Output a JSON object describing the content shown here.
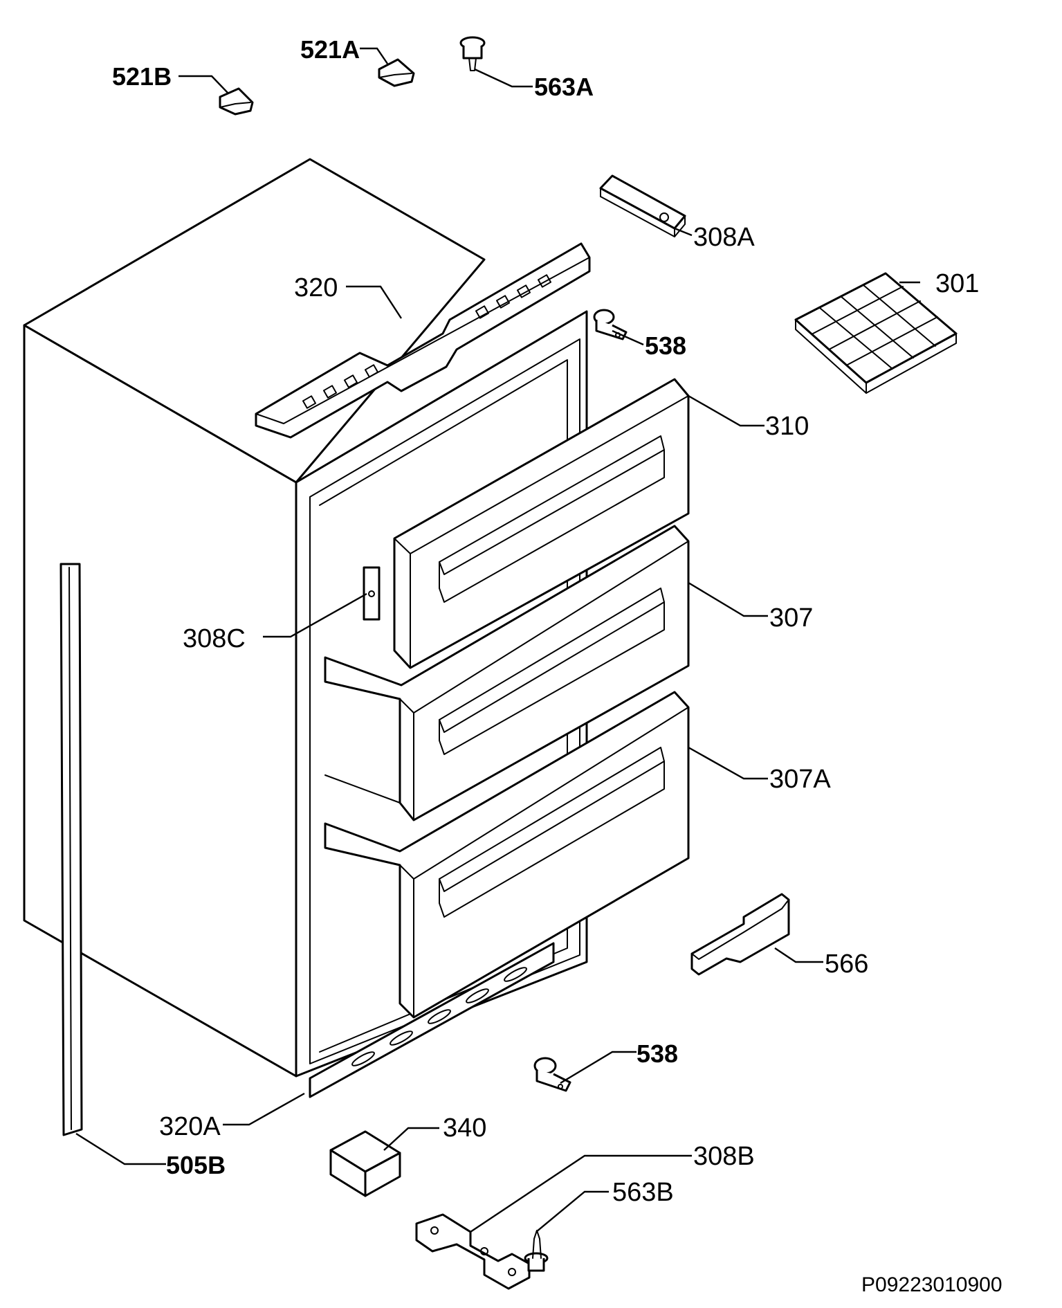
{
  "labels": {
    "521B": "521B",
    "521A": "521A",
    "563A": "563A",
    "308A": "308A",
    "320": "320",
    "301": "301",
    "538_top": "538",
    "310": "310",
    "307": "307",
    "308C": "308C",
    "307A": "307A",
    "566": "566",
    "538_bottom": "538",
    "320A": "320A",
    "340": "340",
    "505B": "505B",
    "308B": "308B",
    "563B": "563B"
  },
  "drawing_code": "P09223010900"
}
